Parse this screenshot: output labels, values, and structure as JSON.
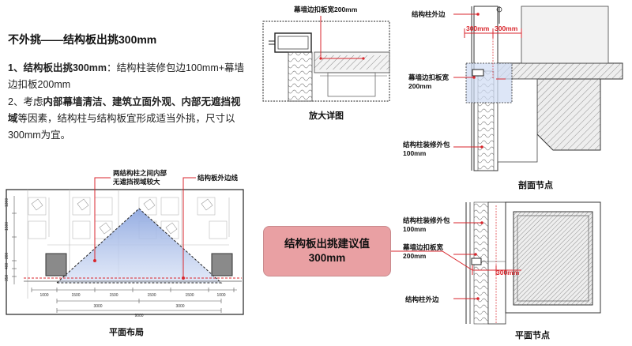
{
  "title": "不外挑——结构板出挑300mm",
  "point1": {
    "prefix": "1、",
    "bold": "结构板出挑300mm",
    "rest": "：结构柱装修包边100mm+幕墙边扣板200mm"
  },
  "point2": {
    "prefix": "2、考虑",
    "bold1": "内部幕墙清洁、建筑立面外观、内部无遮挡视域",
    "rest": "等因素，结构柱与结构板宜形成适当外挑，尺寸以300mm为宜。"
  },
  "plan_layout": {
    "caption": "平面布局",
    "annotation_view": "两结构柱之间内部\n无遮挡视域较大",
    "annotation_edge": "结构板外边线",
    "dims_row1": [
      "1000",
      "1500",
      "1500",
      "1500",
      "1500",
      "1000"
    ],
    "dims_row2": [
      "3000",
      "3000"
    ],
    "dims_total": "9000",
    "left_dims": [
      "1300",
      "1500",
      "200",
      "400",
      "350"
    ],
    "accent_color": "#d9262c",
    "view_fill": "#a9bde8"
  },
  "detail": {
    "caption": "放大详图",
    "label_top": "幕墙边扣板宽200mm"
  },
  "section_node": {
    "caption": "剖面节点",
    "label_col_edge": "结构柱外边",
    "dim_300a": "300mm",
    "dim_300b": "300mm",
    "label_cap": "幕墙边扣板宽\n200mm",
    "label_wrap": "结构柱装修外包\n100mm"
  },
  "plan_node": {
    "caption": "平面节点",
    "label_wrap": "结构柱装修外包\n100mm",
    "label_cap": "幕墙边扣板宽\n200mm",
    "dim": "300mm",
    "label_col_edge": "结构柱外边"
  },
  "callout": {
    "text": "结构板出挑建议值\n300mm"
  }
}
